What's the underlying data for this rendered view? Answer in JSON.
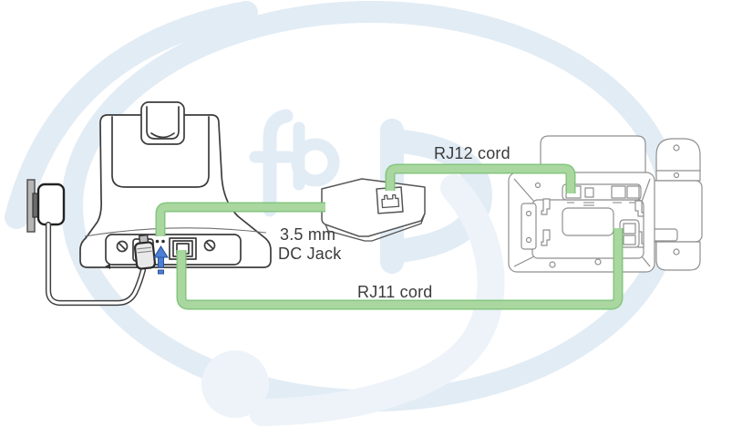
{
  "labels": {
    "rj12_cord": "RJ12 cord",
    "jack_size": "3.5 mm",
    "jack_name": "DC Jack",
    "rj11_cord": "RJ11 cord"
  },
  "colors": {
    "cord_fill": "#a9d79f",
    "cord_edge": "#82c67e",
    "arrow_blue": "#4a80d4",
    "arrow_blue_dark": "#2b4f97",
    "base_line": "#3c3c3c",
    "phone_line": "#8f8f8f",
    "adapter_line": "#555555",
    "cable_dark": "#3f3f3f",
    "label_text": "#3b3b3b",
    "watermark_blue": "#e2ecf5",
    "watermark_blue_light": "#edf3f9"
  }
}
